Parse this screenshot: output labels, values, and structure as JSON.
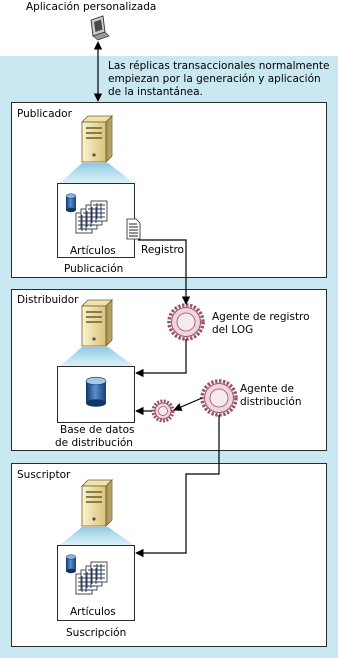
{
  "app": {
    "label": "Aplicación personalizada"
  },
  "note": {
    "line1": "Las réplicas transaccionales normalmente",
    "line2": "empiezan por la generación y aplicación",
    "line3": "de la instantánea."
  },
  "publisher": {
    "title": "Publicador",
    "articles_label": "Artículos",
    "publication_label": "Publicación",
    "log_label": "Registro"
  },
  "distributor": {
    "title": "Distribuidor",
    "log_agent_line1": "Agente de registro",
    "log_agent_line2": "del LOG",
    "dist_agent_line1": "Agente de",
    "dist_agent_line2": "distribución",
    "db_line1": "Base de datos",
    "db_line2": "de distribución"
  },
  "subscriber": {
    "title": "Suscriptor",
    "articles_label": "Artículos",
    "subscription_label": "Suscripción"
  },
  "colors": {
    "band": "#c9e8f2",
    "server": "#e6d49a",
    "database": "#1f4e89",
    "gear": "#ecd6dc",
    "gear_outline": "#9a5060"
  },
  "icons": [
    "computer-icon",
    "server-icon",
    "database-icon",
    "document-stack-icon",
    "log-file-icon",
    "gear-icon"
  ]
}
